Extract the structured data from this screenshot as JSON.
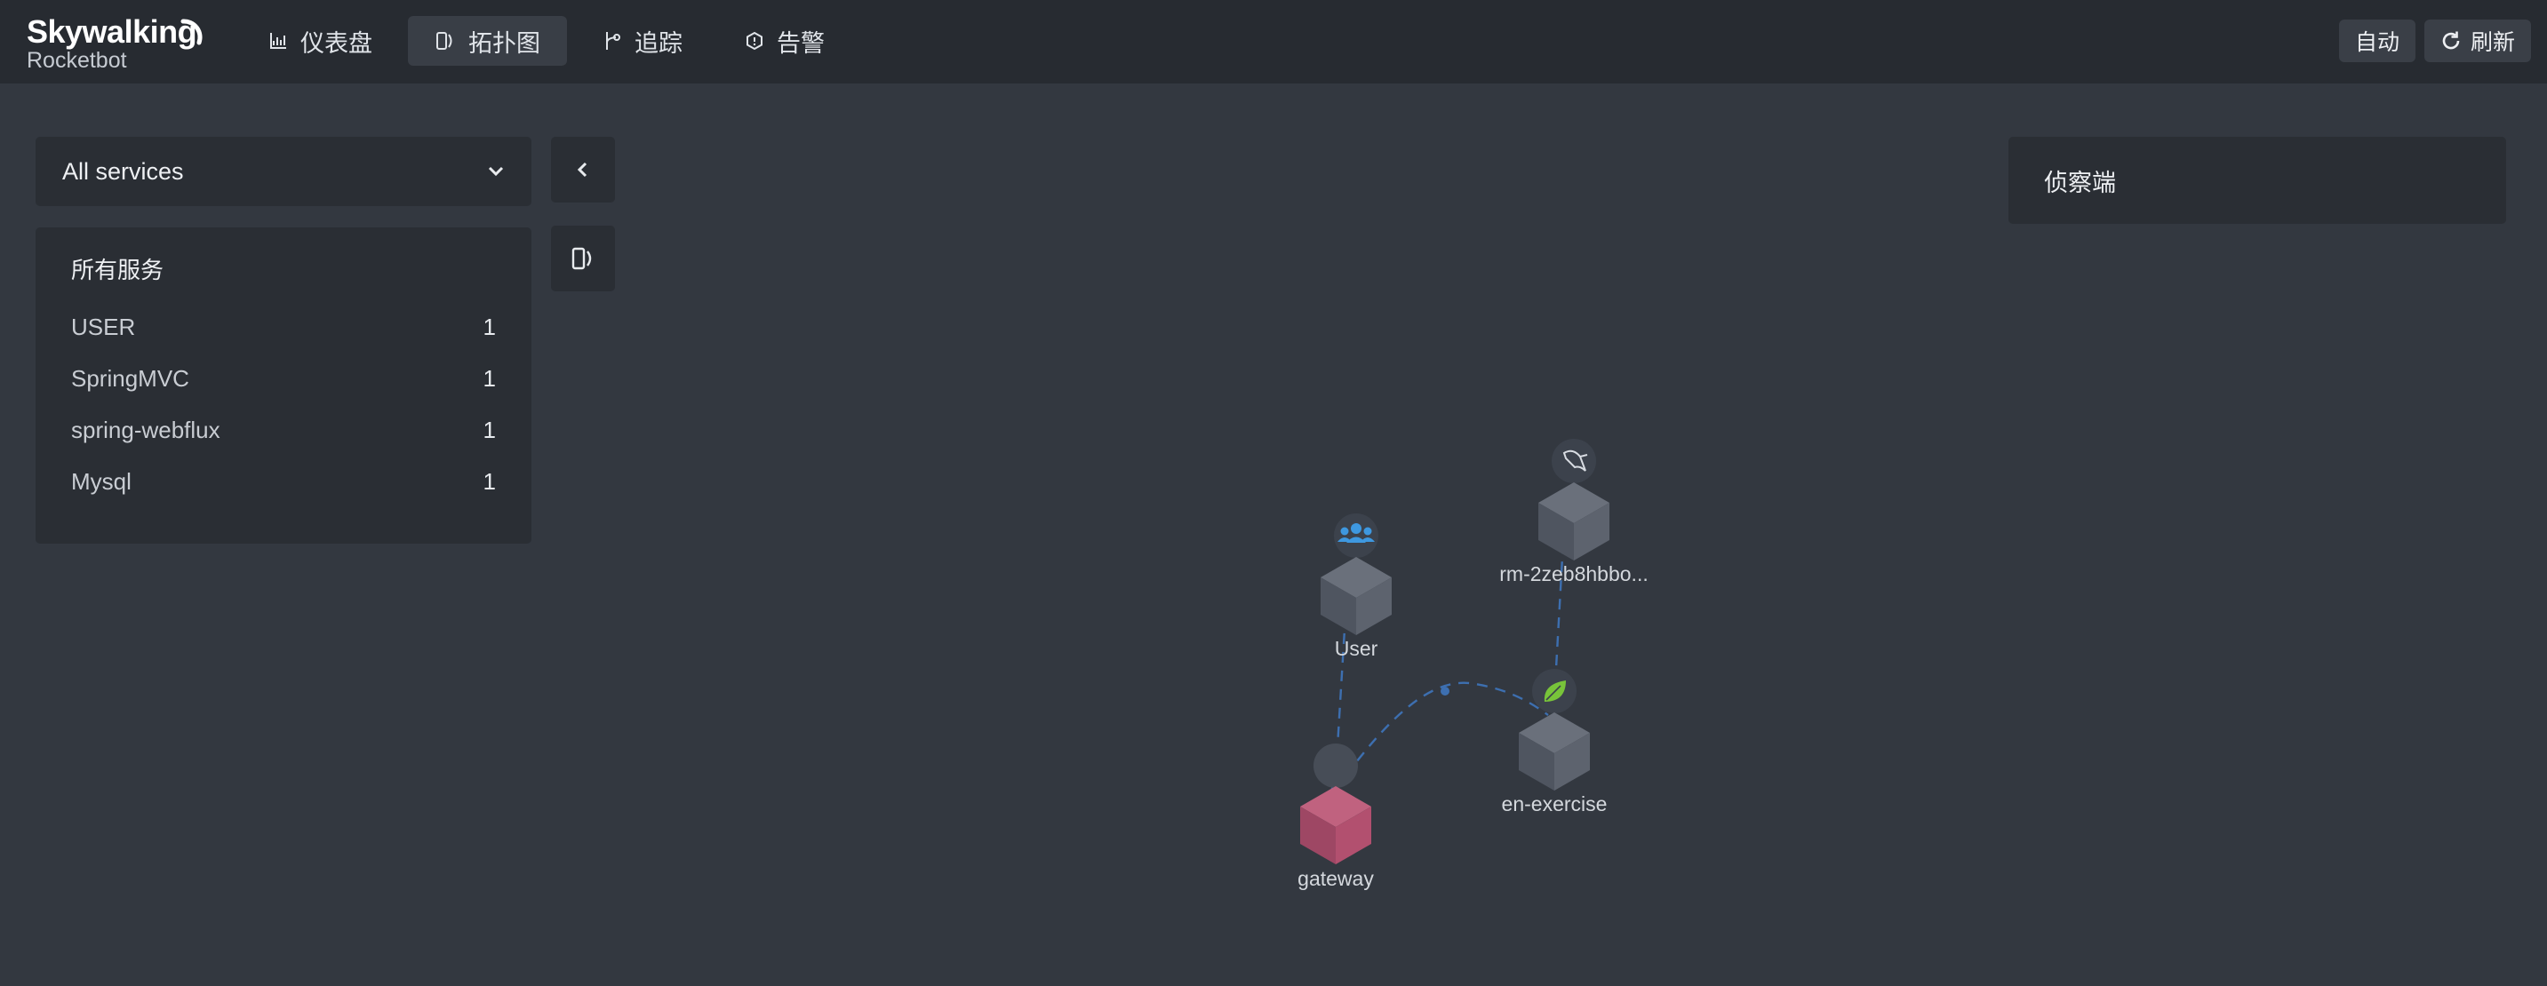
{
  "app": {
    "logo_main": "Skywalking",
    "logo_sub": "Rocketbot"
  },
  "nav": [
    {
      "label": "仪表盘",
      "icon": "chart-icon",
      "active": false
    },
    {
      "label": "拓扑图",
      "icon": "topology-icon",
      "active": true
    },
    {
      "label": "追踪",
      "icon": "trace-icon",
      "active": false
    },
    {
      "label": "告警",
      "icon": "alarm-icon",
      "active": false
    }
  ],
  "toolbar": {
    "auto_label": "自动",
    "refresh_label": "刷新"
  },
  "service_select": {
    "value": "All services"
  },
  "services_panel": {
    "title": "所有服务",
    "items": [
      {
        "name": "USER",
        "count": "1"
      },
      {
        "name": "SpringMVC",
        "count": "1"
      },
      {
        "name": "spring-webflux",
        "count": "1"
      },
      {
        "name": "Mysql",
        "count": "1"
      }
    ]
  },
  "probe_panel": {
    "title": "侦察端"
  },
  "topology": {
    "nodes": [
      {
        "id": "user",
        "label": "User",
        "icon": "users-icon"
      },
      {
        "id": "mysql",
        "label": "rm-2zeb8hbbo...",
        "icon": "mysql-icon"
      },
      {
        "id": "exercise",
        "label": "en-exercise",
        "icon": "spring-leaf-icon"
      },
      {
        "id": "gateway",
        "label": "gateway",
        "icon": "gateway-icon"
      }
    ],
    "edges": [
      {
        "from": "user",
        "to": "gateway"
      },
      {
        "from": "gateway",
        "to": "exercise"
      },
      {
        "from": "exercise",
        "to": "mysql"
      }
    ],
    "colors": {
      "node": "#555b66",
      "node_selected": "#b2506f",
      "edge": "#3d6fb0"
    }
  }
}
